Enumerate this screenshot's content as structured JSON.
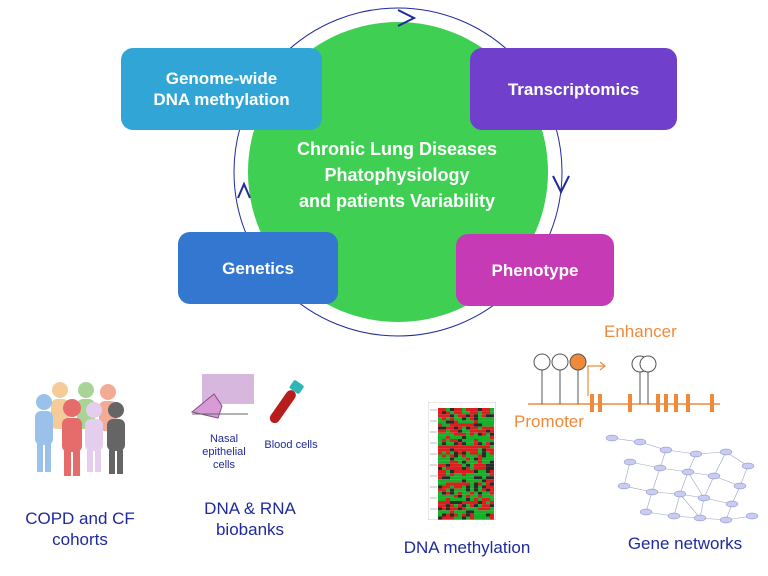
{
  "center": {
    "text": "Chronic Lung Diseases\nPhatophysiology\nand patients Variability",
    "color": "#3fcf52"
  },
  "cycle_boxes": [
    {
      "id": "methylation",
      "label": "Genome-wide\nDNA methylation",
      "color": "#31a6d6"
    },
    {
      "id": "transcriptomics",
      "label": "Transcriptomics",
      "color": "#7040cc"
    },
    {
      "id": "phenotype",
      "label": "Phenotype",
      "color": "#c63ab6"
    },
    {
      "id": "genetics",
      "label": "Genetics",
      "color": "#3477d0"
    }
  ],
  "cycle_color": "#1f2a9c",
  "captions": {
    "cohorts": "COPD and CF\ncohorts",
    "biobanks": "DNA & RNA\nbiobanks",
    "dna_methylation": "DNA methylation",
    "gene_networks": "Gene networks"
  },
  "biobank_labels": {
    "nasal": "Nasal\nepithelial\ncells",
    "blood": "Blood cells"
  },
  "gene_diagram": {
    "enhancer": "Enhancer",
    "promoter": "Promoter",
    "color": "#ee8a3a"
  },
  "icons": [
    "people-icon",
    "nasal-swab-icon",
    "blood-tube-icon",
    "heatmap-icon",
    "gene-structure-icon",
    "network-icon"
  ]
}
